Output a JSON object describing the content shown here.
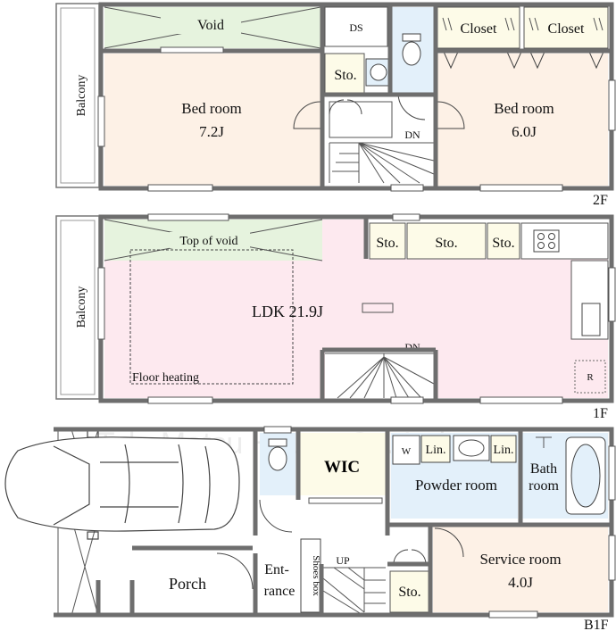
{
  "watermark": "TakaMatsu House Co.,Ltd.",
  "colors": {
    "bedroom": "#fdf1e6",
    "ldk": "#fde9ef",
    "wet": "#e3f0fa",
    "storage": "#fdfbe8",
    "wall": "#6e6e6e"
  },
  "floor2": {
    "floor_label": "2F",
    "balcony": "Balcony",
    "void": "Void",
    "ds": "DS",
    "storage": "Sto.",
    "bedroom_a": {
      "name": "Bed room",
      "size": "7.2J"
    },
    "bedroom_b": {
      "name": "Bed room",
      "size": "6.0J"
    },
    "closet_1": "Closet",
    "closet_2": "Closet",
    "stairs": "DN"
  },
  "floor1": {
    "floor_label": "1F",
    "balcony": "Balcony",
    "top_of_void": "Top of void",
    "ldk": "LDK 21.9J",
    "floor_heating": "Floor heating",
    "storage_1": "Sto.",
    "storage_2": "Sto.",
    "storage_3": "Sto.",
    "stairs": "DN",
    "fridge": "R"
  },
  "floorB1": {
    "floor_label": "B1F",
    "wic": "WIC",
    "washer": "W",
    "linen_1": "Lin.",
    "linen_2": "Lin.",
    "powder_room": "Powder room",
    "bath_room_1": "Bath",
    "bath_room_2": "room",
    "porch": "Porch",
    "entrance_1": "Ent-",
    "entrance_2": "rance",
    "shoes_box": "Shoes box",
    "stairs": "UP",
    "storage": "Sto.",
    "service_room": {
      "name": "Service room",
      "size": "4.0J"
    }
  }
}
